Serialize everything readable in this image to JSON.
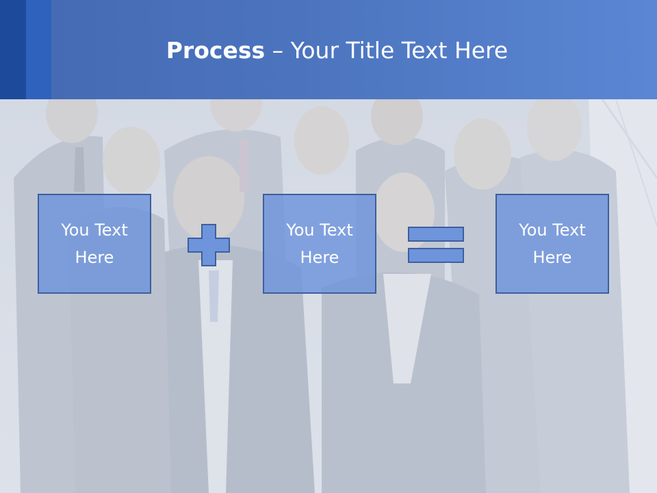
{
  "slide": {
    "title_bold": "Process",
    "title_rest": " – Your Title Text Here",
    "boxes": [
      {
        "text": "You Text Here"
      },
      {
        "text": "You Text Here"
      },
      {
        "text": "You Text Here"
      }
    ],
    "operators": [
      "plus-icon",
      "equals-icon"
    ]
  },
  "colors": {
    "banner": "#4c74be",
    "banner_accent": "#1d4a9a",
    "box_fill": "#6e94dc",
    "box_border": "#3c5f9d",
    "text": "#ffffff"
  }
}
